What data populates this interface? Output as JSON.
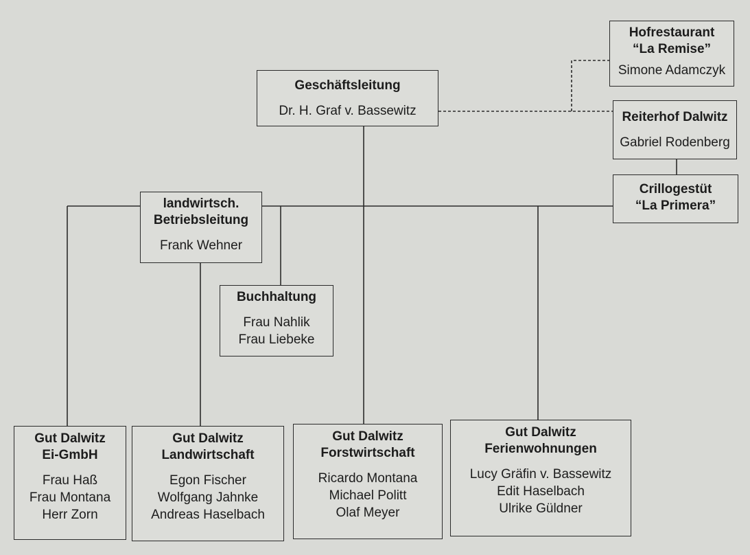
{
  "org": {
    "gl": {
      "title": "Geschäftsleitung",
      "people": [
        "Dr. H. Graf v. Bassewitz"
      ]
    },
    "hof": {
      "title": [
        "Hofrestaurant",
        "“La Remise”"
      ],
      "people": [
        "Simone Adamczyk"
      ]
    },
    "reit": {
      "title": "Reiterhof Dalwitz",
      "people": [
        "Gabriel Rodenberg"
      ]
    },
    "crillo": {
      "title": [
        "Crillogestüt",
        "“La Primera”"
      ]
    },
    "lw": {
      "title": [
        "landwirtsch.",
        "Betriebsleitung"
      ],
      "people": [
        "Frank Wehner"
      ]
    },
    "buch": {
      "title": "Buchhaltung",
      "people": [
        "Frau Nahlik",
        "Frau Liebeke"
      ]
    },
    "ei": {
      "title": [
        "Gut Dalwitz",
        "Ei-GmbH"
      ],
      "people": [
        "Frau Haß",
        "Frau Montana",
        "Herr Zorn"
      ]
    },
    "land": {
      "title": [
        "Gut Dalwitz",
        "Landwirtschaft"
      ],
      "people": [
        "Egon Fischer",
        "Wolfgang Jahnke",
        "Andreas Haselbach"
      ]
    },
    "forst": {
      "title": [
        "Gut Dalwitz",
        "Forstwirtschaft"
      ],
      "people": [
        "Ricardo Montana",
        "Michael Politt",
        "Olaf Meyer"
      ]
    },
    "ferien": {
      "title": [
        "Gut Dalwitz",
        "Ferienwohnungen"
      ],
      "people": [
        "Lucy Gräfin v. Bassewitz",
        "Edit Haselbach",
        "Ulrike Güldner"
      ]
    }
  },
  "colors": {
    "background": "#d9dad6",
    "line": "#2a2a2a"
  }
}
